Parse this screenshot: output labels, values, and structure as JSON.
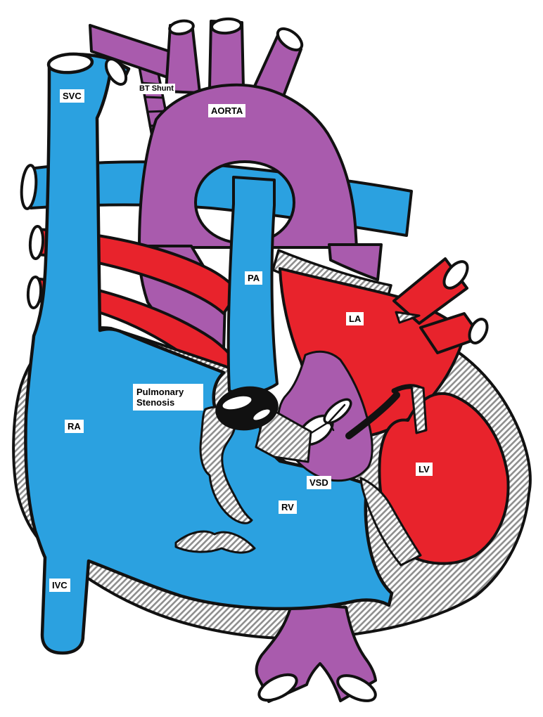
{
  "diagram": {
    "type": "congenital-heart-defect-illustration",
    "labels": {
      "svc": "SVC",
      "bt_shunt": "BT Shunt",
      "aorta": "AORTA",
      "pa": "PA",
      "la": "LA",
      "pulmonary_stenosis_line1": "Pulmonary",
      "pulmonary_stenosis_line2": "Stenosis",
      "ra": "RA",
      "vsd": "VSD",
      "rv": "RV",
      "lv": "LV",
      "ivc": "IVC"
    },
    "colors": {
      "deoxygenated_blue": "#2BA1E0",
      "oxygenated_red": "#E8232C",
      "mixed_purple": "#A95BAD",
      "myocardium_hatch_gray": "#8E8E8E",
      "outline_black": "#111111",
      "background": "#FFFFFF",
      "label_background": "#FFFFFF",
      "label_text": "#000000"
    }
  }
}
